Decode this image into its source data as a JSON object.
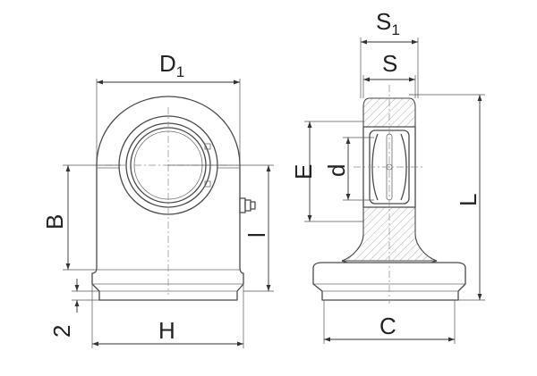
{
  "labels": {
    "d1_main": "D",
    "d1_sub": "1",
    "s1_main": "S",
    "s1_sub": "1",
    "s": "S",
    "b": "B",
    "e": "E",
    "d": "d",
    "l_small": "l",
    "l_large": "L",
    "two": "2",
    "h": "H",
    "c": "C"
  }
}
